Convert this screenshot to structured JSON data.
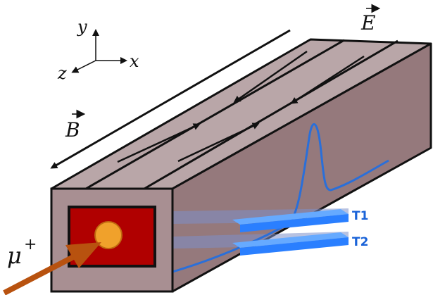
{
  "axes": {
    "x_label": "x",
    "y_label": "y",
    "z_label": "z"
  },
  "fields": {
    "electric_symbol": "E",
    "magnetic_symbol": "B"
  },
  "particle": {
    "symbol": "μ",
    "charge": "+"
  },
  "detectors": [
    {
      "label": "T1"
    },
    {
      "label": "T2"
    }
  ],
  "colors": {
    "box_top": "#b9a6a8",
    "box_side": "#95797c",
    "box_front": "#a88f92",
    "inner_rect": "#b00000",
    "beam_spot": "#f0a12b",
    "muon_arrow": "#b8520f",
    "signal": "#2a6fd9",
    "detector": "#2a7fff",
    "detector_label": "#1a63d8"
  }
}
